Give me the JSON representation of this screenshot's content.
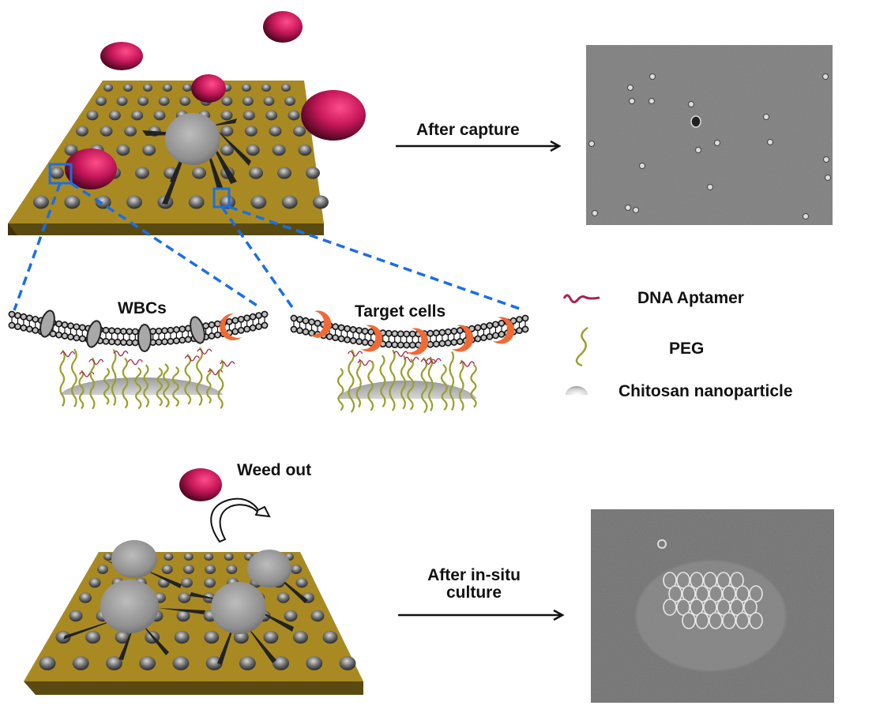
{
  "labels": {
    "after_capture": "After  capture",
    "wbcs": "WBCs",
    "target_cells": "Target cells",
    "weed_out": "Weed out",
    "after_culture_line1": "After  in-situ",
    "after_culture_line2": "culture"
  },
  "legend": {
    "items": [
      {
        "label": "DNA  Aptamer",
        "icon": "dna-aptamer-icon"
      },
      {
        "label": "PEG",
        "icon": "peg-icon"
      },
      {
        "label": "Chitosan nanoparticle",
        "icon": "chitosan-nanoparticle-icon"
      }
    ]
  },
  "colors": {
    "substrate": "#a98a22",
    "substrate_side": "#5a4a10",
    "red_blood_cell": "#c41855",
    "zoom_box": "#1a6ee6",
    "receptor": "#f06a35",
    "dna_aptamer": "#a8234e",
    "peg": "#9aa02a",
    "nanoparticle": "#c9c9c9",
    "micrograph": "#7d7d7d"
  }
}
